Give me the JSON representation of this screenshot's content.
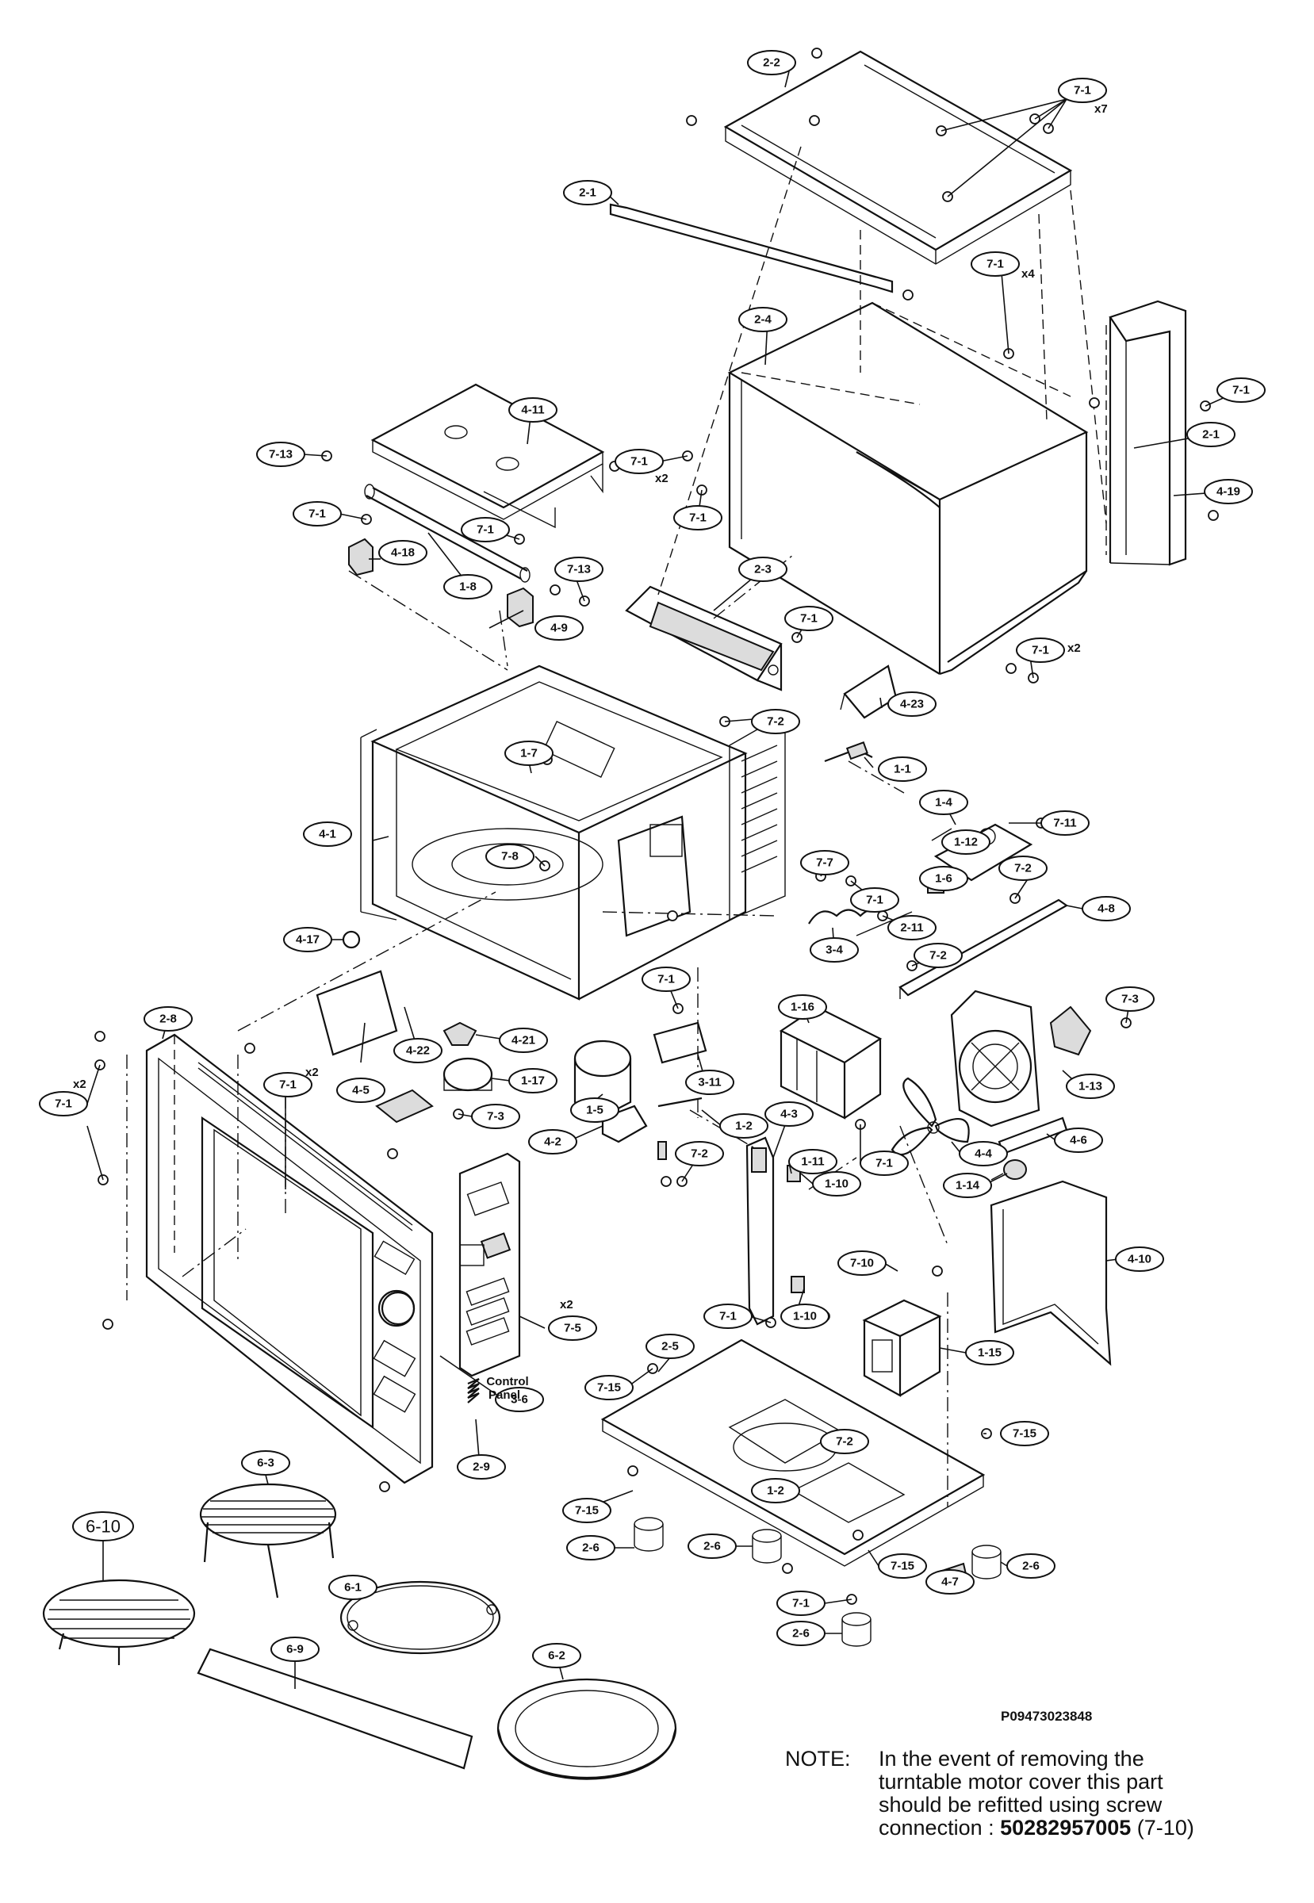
{
  "reference_code": "P09473023848",
  "note": {
    "label": "NOTE:",
    "line1": "In the event of removing the",
    "line2": "turntable motor cover this part",
    "line3": "should be refitted using screw",
    "line4_prefix": "connection : ",
    "part_number": "50282957005",
    "line4_suffix": " (7-10)"
  },
  "control_panel_label_1": "Control",
  "control_panel_label_2": "Panel",
  "callouts": [
    {
      "id": "2-2"
    },
    {
      "id": "7-1",
      "mult": "x7"
    },
    {
      "id": "2-1"
    },
    {
      "id": "7-1",
      "mult": "x4"
    },
    {
      "id": "2-4"
    },
    {
      "id": "7-1"
    },
    {
      "id": "2-1"
    },
    {
      "id": "4-19"
    },
    {
      "id": "4-11"
    },
    {
      "id": "7-13"
    },
    {
      "id": "7-1",
      "mult": "x2"
    },
    {
      "id": "7-1"
    },
    {
      "id": "7-1"
    },
    {
      "id": "7-1"
    },
    {
      "id": "4-18"
    },
    {
      "id": "1-8"
    },
    {
      "id": "7-13"
    },
    {
      "id": "4-9"
    },
    {
      "id": "2-3"
    },
    {
      "id": "7-1"
    },
    {
      "id": "7-1",
      "mult": "x2"
    },
    {
      "id": "4-23"
    },
    {
      "id": "7-2"
    },
    {
      "id": "1-1"
    },
    {
      "id": "1-7"
    },
    {
      "id": "1-4"
    },
    {
      "id": "7-11"
    },
    {
      "id": "4-1"
    },
    {
      "id": "7-8"
    },
    {
      "id": "1-12"
    },
    {
      "id": "7-7"
    },
    {
      "id": "7-2"
    },
    {
      "id": "1-6"
    },
    {
      "id": "4-8"
    },
    {
      "id": "7-1"
    },
    {
      "id": "4-17"
    },
    {
      "id": "2-11"
    },
    {
      "id": "3-4"
    },
    {
      "id": "7-2"
    },
    {
      "id": "7-3"
    },
    {
      "id": "7-1"
    },
    {
      "id": "1-16"
    },
    {
      "id": "2-8"
    },
    {
      "id": "4-22"
    },
    {
      "id": "4-21"
    },
    {
      "id": "1-13"
    },
    {
      "id": "7-1",
      "mult": "x2"
    },
    {
      "id": "4-5"
    },
    {
      "id": "1-17"
    },
    {
      "id": "3-11"
    },
    {
      "id": "7-1",
      "mult": "x2"
    },
    {
      "id": "7-3"
    },
    {
      "id": "1-5"
    },
    {
      "id": "1-2"
    },
    {
      "id": "4-3"
    },
    {
      "id": "4-6"
    },
    {
      "id": "4-2"
    },
    {
      "id": "7-2"
    },
    {
      "id": "1-11"
    },
    {
      "id": "7-1"
    },
    {
      "id": "4-4"
    },
    {
      "id": "1-10"
    },
    {
      "id": "1-14"
    },
    {
      "id": "4-10"
    },
    {
      "id": "7-10"
    },
    {
      "id": "1-10"
    },
    {
      "id": "7-1"
    },
    {
      "id": "7-5",
      "mult": "x2"
    },
    {
      "id": "1-15"
    },
    {
      "id": "2-5"
    },
    {
      "id": "7-15"
    },
    {
      "id": "3-6"
    },
    {
      "id": "7-15"
    },
    {
      "id": "2-9"
    },
    {
      "id": "7-2"
    },
    {
      "id": "6-3"
    },
    {
      "id": "7-15"
    },
    {
      "id": "1-2"
    },
    {
      "id": "2-6"
    },
    {
      "id": "2-6"
    },
    {
      "id": "7-15"
    },
    {
      "id": "4-7"
    },
    {
      "id": "2-6"
    },
    {
      "id": "6-10"
    },
    {
      "id": "6-1"
    },
    {
      "id": "7-1"
    },
    {
      "id": "6-9"
    },
    {
      "id": "2-6"
    },
    {
      "id": "6-2"
    }
  ]
}
